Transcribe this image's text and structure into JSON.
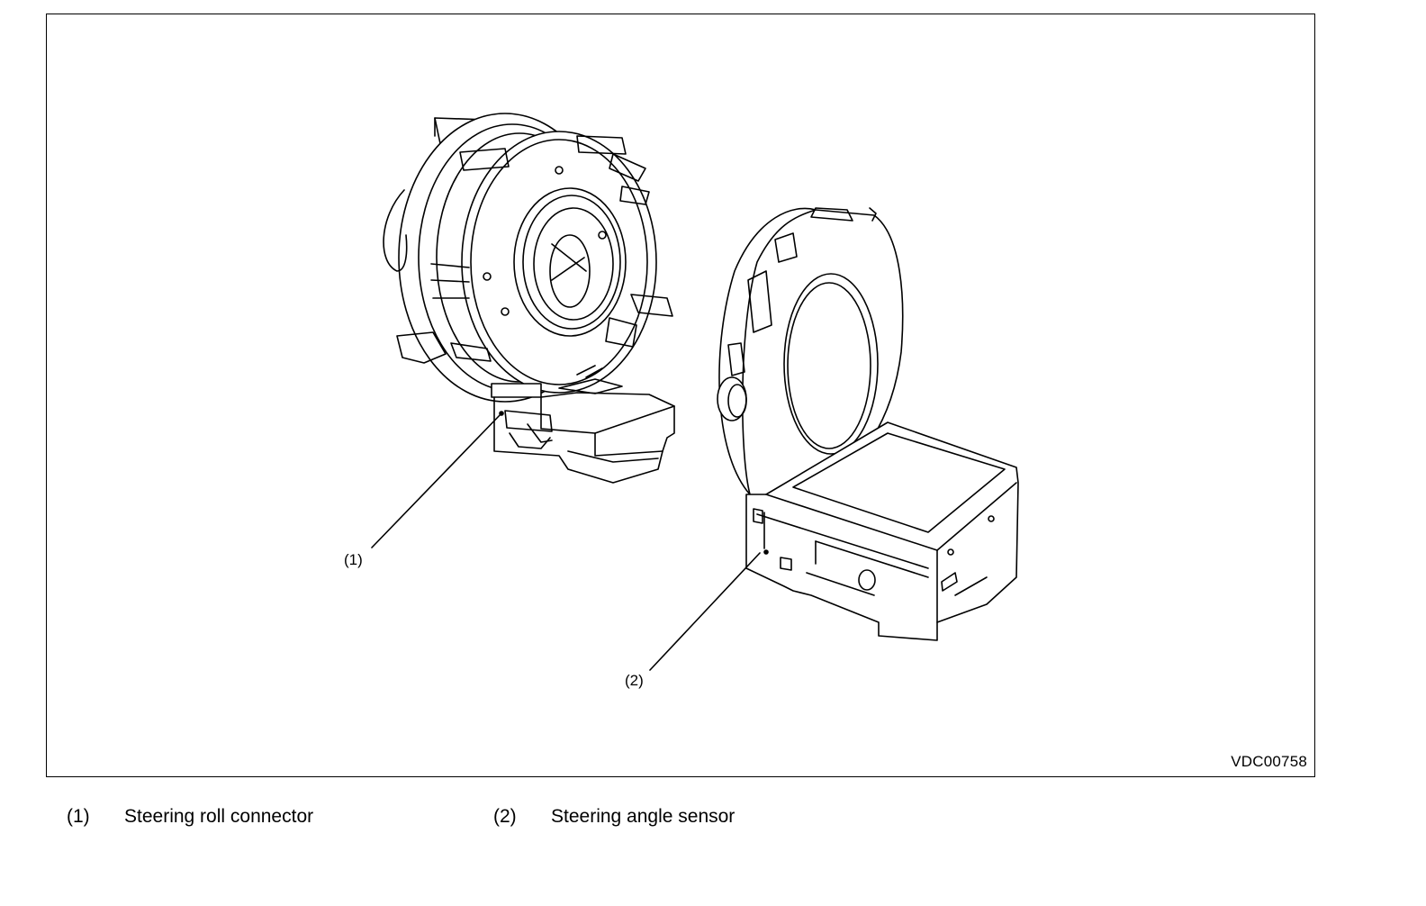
{
  "figure": {
    "id_code": "VDC00758",
    "callouts": [
      {
        "number": "(1)"
      },
      {
        "number": "(2)"
      }
    ]
  },
  "legend": {
    "items": [
      {
        "number": "(1)",
        "text": "Steering roll connector"
      },
      {
        "number": "(2)",
        "text": "Steering angle sensor"
      }
    ]
  }
}
